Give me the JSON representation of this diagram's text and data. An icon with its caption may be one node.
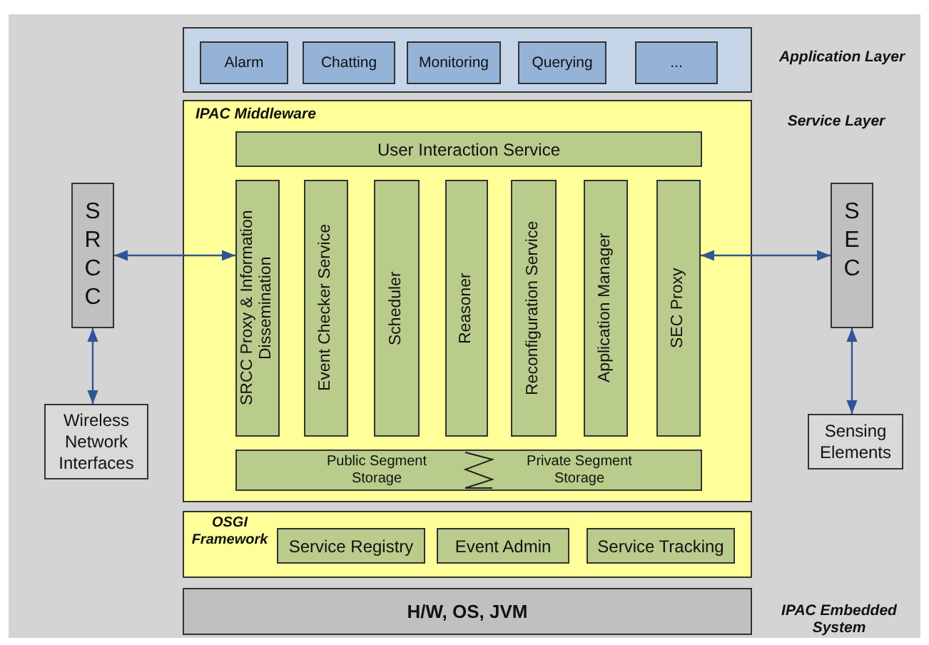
{
  "diagram": {
    "nodes": [
      {
        "text": [
          "Application Layer"
        ]
      },
      {
        "text": [
          "Alarm"
        ],
        "in": 0
      },
      {
        "text": [
          "Chatting"
        ],
        "in": 0
      },
      {
        "text": [
          "Monitoring"
        ],
        "in": 0
      },
      {
        "text": [
          "Querying"
        ],
        "in": 0
      },
      {
        "text": [
          "..."
        ],
        "in": 0
      },
      {
        "text": [
          "IPAC Middleware"
        ]
      },
      {
        "text": [
          "User Interaction Service"
        ],
        "in": 6
      },
      {
        "text": [
          "SRCC Proxy & Information Dissemination"
        ],
        "in": 6
      },
      {
        "text": [
          "Event Checker Service"
        ],
        "in": 6
      },
      {
        "text": [
          "Scheduler"
        ],
        "in": 6
      },
      {
        "text": [
          "Reasoner"
        ],
        "in": 6
      },
      {
        "text": [
          "Reconfiguration Service"
        ],
        "in": 6
      },
      {
        "text": [
          "Application Manager"
        ],
        "in": 6
      },
      {
        "text": [
          "SEC Proxy"
        ],
        "in": 6
      },
      {
        "text": [
          "Public Segment Storage",
          "Private Segment Storage"
        ],
        "in": 6
      },
      {
        "text": [
          "OSGI Framework"
        ]
      },
      {
        "text": [
          "Service Registry"
        ],
        "in": 16
      },
      {
        "text": [
          "Event Admin"
        ],
        "in": 16
      },
      {
        "text": [
          "Service Tracking"
        ],
        "in": 16
      },
      {
        "text": [
          "H/W, OS, JVM"
        ]
      },
      {
        "text": [
          "SRCC"
        ]
      },
      {
        "text": [
          "Wireless Network Interfaces"
        ]
      },
      {
        "text": [
          "SEC"
        ]
      },
      {
        "text": [
          "Sensing Elements"
        ]
      }
    ],
    "edges": [
      {
        "from": 21,
        "to": 8,
        "arrow": "both"
      },
      {
        "from": 21,
        "to": 22,
        "arrow": "both"
      },
      {
        "from": 14,
        "to": 23,
        "arrow": "both"
      },
      {
        "from": 23,
        "to": 24,
        "arrow": "both"
      }
    ],
    "labels": [
      "Service Layer",
      "IPAC Embedded System"
    ]
  }
}
